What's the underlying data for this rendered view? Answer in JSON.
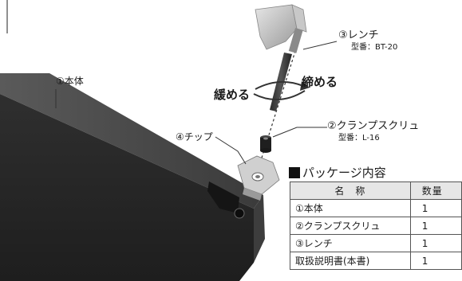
{
  "labels": {
    "body": "①本体",
    "wrench": "③レンチ",
    "wrench_model": "型番：BT-20",
    "loosen": "緩める",
    "tighten": "締める",
    "screw": "②クランプスクリュ",
    "screw_model": "型番：L-16",
    "tip": "④チップ"
  },
  "package": {
    "title": "パッケージ内容",
    "headers": {
      "name": "名　称",
      "qty": "数量"
    },
    "rows": [
      {
        "name": "①本体",
        "qty": "1"
      },
      {
        "name": "②クランプスクリュ",
        "qty": "1"
      },
      {
        "name": "③レンチ",
        "qty": "1"
      },
      {
        "name": "取扱説明書(本書)",
        "qty": "1"
      }
    ]
  },
  "colors": {
    "body_dark": "#2b2b2b",
    "header_bg": "#e6e6e6"
  }
}
